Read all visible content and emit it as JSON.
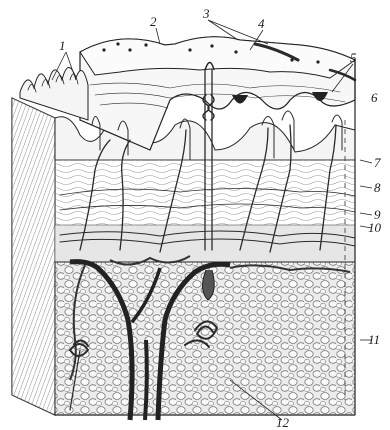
{
  "figure": {
    "callouts": [
      {
        "id": "1",
        "text": "1"
      },
      {
        "id": "2",
        "text": "2"
      },
      {
        "id": "3",
        "text": "3"
      },
      {
        "id": "4",
        "text": "4"
      },
      {
        "id": "5",
        "text": "5"
      },
      {
        "id": "6",
        "text": "6"
      },
      {
        "id": "7",
        "text": "7"
      },
      {
        "id": "8",
        "text": "8"
      },
      {
        "id": "9",
        "text": "9"
      },
      {
        "id": "10",
        "text": "10"
      },
      {
        "id": "11",
        "text": "11"
      },
      {
        "id": "12",
        "text": "12"
      }
    ]
  }
}
